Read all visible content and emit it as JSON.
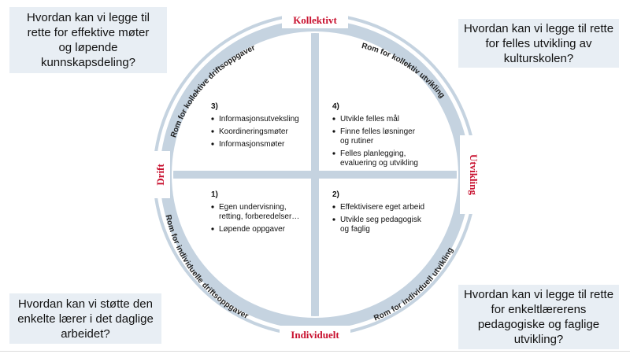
{
  "questions": {
    "top_left": "Hvordan kan vi legge til\nrette for effektive møter\nog løpende\nkunnskapsdeling?",
    "top_right": "Hvordan kan vi legge til rette\nfor felles utvikling av\nkulturskolen?",
    "bottom_left": "Hvordan kan vi støtte den\nenkelte lærer i det daglige\narbeidet?",
    "bottom_right": "Hvordan kan vi legge til rette\nfor enkeltlærerens\npedagogiske og faglige\nutvikling?"
  },
  "axes": {
    "top": "Kollektivt",
    "bottom": "Individuelt",
    "left": "Drift",
    "right": "Utvikling"
  },
  "ring_labels": {
    "top_left": "Rom for kollektive driftsoppgaver",
    "top_right": "Rom for kollektiv utvikling",
    "bottom_left": "Rom for individuelle driftsoppgaver",
    "bottom_right": "Rom for individuell utvikling"
  },
  "quadrants": {
    "q3": {
      "number": "3)",
      "items": [
        "Informasjonsutveksling",
        "Koordineringsmøter",
        "Informasjonsmøter"
      ]
    },
    "q4": {
      "number": "4)",
      "items": [
        "Utvikle felles mål",
        "Finne felles løsninger\nog rutiner",
        "Felles planlegging,\nevaluering og utvikling"
      ]
    },
    "q1": {
      "number": "1)",
      "items": [
        "Egen undervisning,\nretting, forberedelser…",
        "Løpende oppgaver"
      ]
    },
    "q2": {
      "number": "2)",
      "items": [
        "Effektivisere eget arbeid",
        "Utvikle seg pedagogisk\nog faglig"
      ]
    }
  },
  "colors": {
    "ring": "#c5d3e0",
    "accent": "#c8102e",
    "divider": "#c5d3e0",
    "question_bg": "#e8eef4"
  }
}
